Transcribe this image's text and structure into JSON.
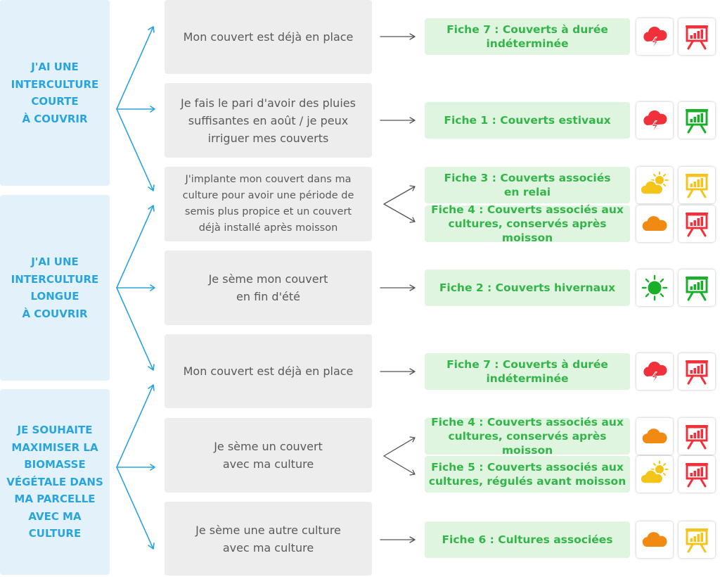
{
  "colors": {
    "goal_text": "#2aa4dd",
    "goal_bg": "#e3f2fa",
    "situation_bg": "#ededed",
    "situation_text": "#5a5a5a",
    "fiche_bg": "#e0f5e0",
    "fiche_text": "#34b54a",
    "arrow_blue": "#2aa4dd",
    "arrow_grey": "#555555",
    "red": "#f0303a",
    "green": "#18b028",
    "yellow": "#f3c51a",
    "orange": "#f08a12"
  },
  "goals": [
    {
      "label": "J'ai une\ninterculture\ncourte\nà couvrir"
    },
    {
      "label": "J'ai une\ninterculture\nlongue\nà couvrir"
    },
    {
      "label": "Je souhaite\nmaximiser la\nbiomasse\nvégétale dans\nma parcelle\navec ma\nculture"
    }
  ],
  "situations": [
    {
      "text": "Mon couvert est déjà en place"
    },
    {
      "text": "Je fais le pari d'avoir des pluies\nsuffisantes en août / je peux\nirriguer mes couverts"
    },
    {
      "text": "J'implante mon couvert dans ma\nculture pour avoir une période de\nsemis plus propice et un couvert\ndéjà installé après moisson"
    },
    {
      "text": "Je sème mon couvert\nen fin d'été"
    },
    {
      "text": "Mon couvert est déjà en place"
    },
    {
      "text": "Je sème un couvert\navec ma culture"
    },
    {
      "text": "Je sème une autre culture\navec ma culture"
    }
  ],
  "fiches": [
    {
      "text": "Fiche 7 : Couverts à durée\nindéterminée",
      "weather_icon": "storm-cloud-icon",
      "weather_color": "red",
      "cost_icon": "chart-board-icon",
      "cost_color": "red"
    },
    {
      "text": "Fiche 1 : Couverts estivaux",
      "weather_icon": "storm-cloud-icon",
      "weather_color": "red",
      "cost_icon": "chart-board-icon",
      "cost_color": "green"
    },
    {
      "text": "Fiche 3 : Couverts associés\nen relai",
      "weather_icon": "sun-cloud-icon",
      "weather_color": "yellow",
      "cost_icon": "chart-board-icon",
      "cost_color": "yellow"
    },
    {
      "text": "Fiche 4 : Couverts associés aux\ncultures, conservés après moisson",
      "weather_icon": "cloud-icon",
      "weather_color": "orange",
      "cost_icon": "chart-board-icon",
      "cost_color": "red"
    },
    {
      "text": "Fiche 2 : Couverts hivernaux",
      "weather_icon": "sun-icon",
      "weather_color": "green",
      "cost_icon": "chart-board-icon",
      "cost_color": "green"
    },
    {
      "text": "Fiche 7 : Couverts à durée\nindéterminée",
      "weather_icon": "storm-cloud-icon",
      "weather_color": "red",
      "cost_icon": "chart-board-icon",
      "cost_color": "red"
    },
    {
      "text": "Fiche 4 : Couverts associés aux\ncultures, conservés après moisson",
      "weather_icon": "cloud-icon",
      "weather_color": "orange",
      "cost_icon": "chart-board-icon",
      "cost_color": "red"
    },
    {
      "text": "Fiche 5 : Couverts associés aux\ncultures, régulés avant moisson",
      "weather_icon": "sun-cloud-icon",
      "weather_color": "yellow",
      "cost_icon": "chart-board-icon",
      "cost_color": "red"
    },
    {
      "text": "Fiche 6 : Cultures associées",
      "weather_icon": "cloud-icon",
      "weather_color": "orange",
      "cost_icon": "chart-board-icon",
      "cost_color": "yellow"
    }
  ]
}
